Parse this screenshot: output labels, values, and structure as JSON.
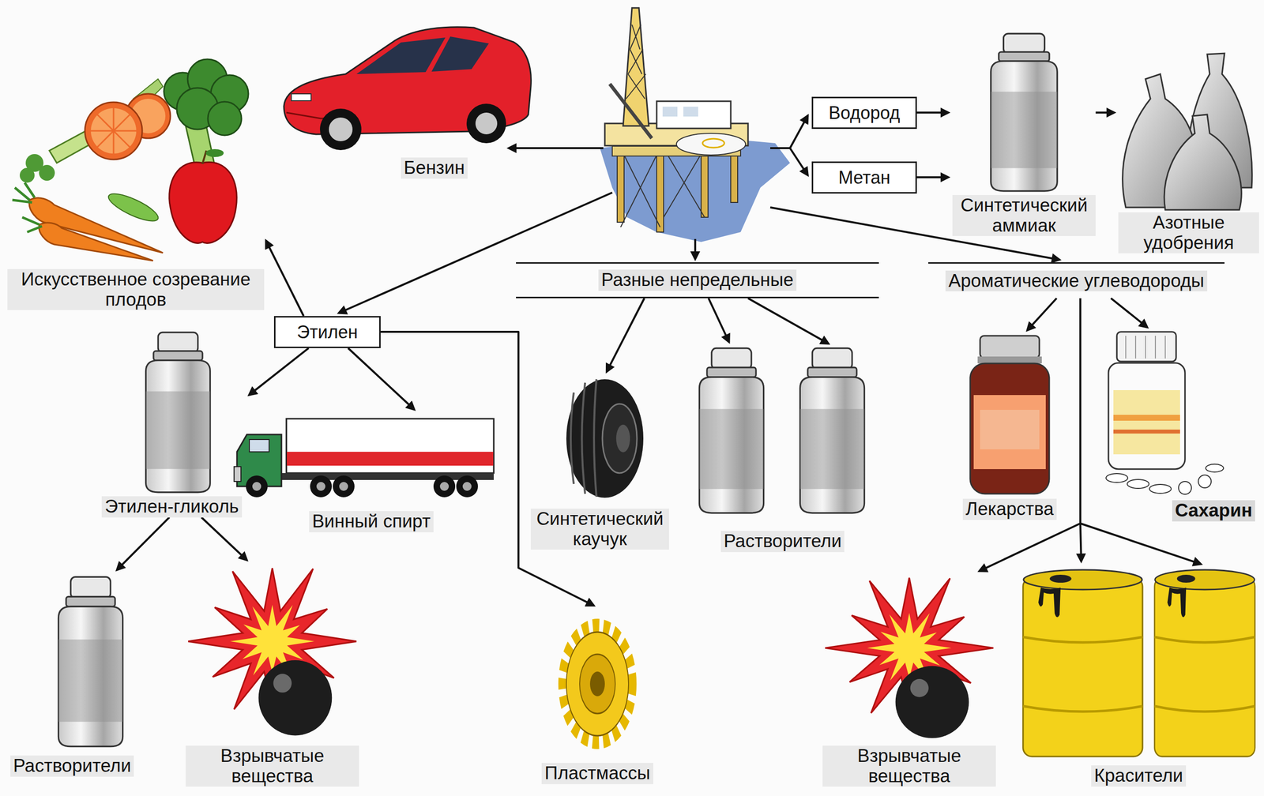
{
  "diagram": {
    "nodes": [
      {
        "text": [
          "Бензин"
        ]
      },
      {
        "text": [
          "Водород"
        ]
      },
      {
        "text": [
          "Метан"
        ]
      },
      {
        "text": [
          "Синтетический аммиак"
        ]
      },
      {
        "text": [
          "Азотные удобрения"
        ]
      },
      {
        "text": [
          "Искусственное созревание плодов"
        ]
      },
      {
        "text": [
          "Разные непредельные"
        ]
      },
      {
        "text": [
          "Ароматические углеводороды"
        ]
      },
      {
        "text": [
          "Этилен"
        ]
      },
      {
        "text": [
          "Этилен-гликоль"
        ]
      },
      {
        "text": [
          "Винный спирт"
        ]
      },
      {
        "text": [
          "Синтетический каучук"
        ]
      },
      {
        "text": [
          "Растворители"
        ]
      },
      {
        "text": [
          "Лекарства"
        ]
      },
      {
        "text": [
          "Сахарин"
        ]
      },
      {
        "text": [
          "Растворители"
        ]
      },
      {
        "text": [
          "Взрывчатые вещества"
        ]
      },
      {
        "text": [
          "Пластмассы"
        ]
      },
      {
        "text": [
          "Взрывчатые вещества"
        ]
      },
      {
        "text": [
          "Красители"
        ]
      }
    ],
    "edges": [
      {
        "from": 1,
        "to": 3,
        "arrow": "to"
      },
      {
        "from": 2,
        "to": 3,
        "arrow": "to"
      },
      {
        "from": 3,
        "to": 4,
        "arrow": "to"
      },
      {
        "from": 8,
        "to": 5,
        "arrow": "to"
      },
      {
        "from": 8,
        "to": 9,
        "arrow": "to"
      },
      {
        "from": 8,
        "to": 10,
        "arrow": "to"
      },
      {
        "from": 8,
        "to": 17,
        "arrow": "to"
      },
      {
        "from": 6,
        "to": 11,
        "arrow": "to"
      },
      {
        "from": 6,
        "to": 12,
        "arrow": "to"
      },
      {
        "from": 6,
        "to": 12,
        "arrow": "to"
      },
      {
        "from": 7,
        "to": 13,
        "arrow": "to"
      },
      {
        "from": 7,
        "to": 14,
        "arrow": "to"
      },
      {
        "from": 7,
        "to": 18,
        "arrow": "to"
      },
      {
        "from": 7,
        "to": 19,
        "arrow": "to"
      },
      {
        "from": 7,
        "to": 19,
        "arrow": "to"
      },
      {
        "from": 9,
        "to": 15,
        "arrow": "to"
      },
      {
        "from": 9,
        "to": 16,
        "arrow": "to"
      }
    ]
  }
}
